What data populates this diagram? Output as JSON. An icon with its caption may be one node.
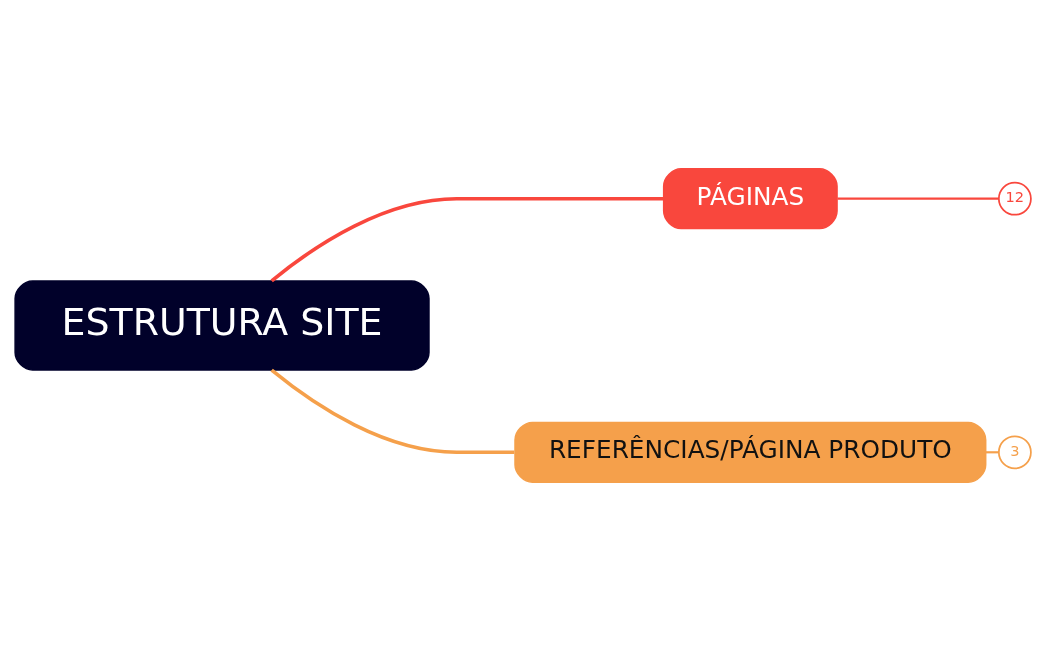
{
  "diagram": {
    "nodes": [
      {
        "text": [
          "ESTRUTURA SITE"
        ]
      },
      {
        "text": [
          "PÁGINAS"
        ]
      },
      {
        "text": [
          "12"
        ]
      },
      {
        "text": [
          "REFERÊNCIAS/PÁGINA PRODUTO"
        ]
      },
      {
        "text": [
          "3"
        ]
      }
    ],
    "edges": [
      {
        "from": 0,
        "to": 1,
        "arrow": "none",
        "color": "#f9473d"
      },
      {
        "from": 1,
        "to": 2,
        "arrow": "none",
        "color": "#f9473d"
      },
      {
        "from": 0,
        "to": 3,
        "arrow": "none",
        "color": "#f5a04b"
      },
      {
        "from": 3,
        "to": 4,
        "arrow": "none",
        "color": "#f5a04b"
      }
    ]
  }
}
